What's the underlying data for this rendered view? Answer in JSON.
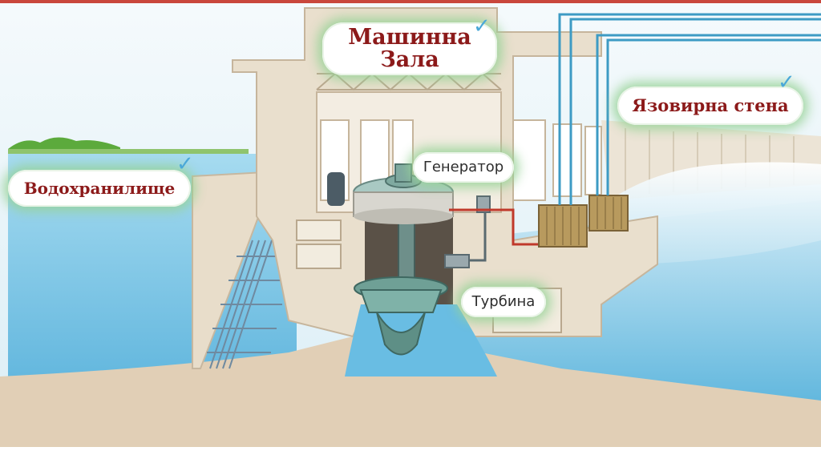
{
  "labels": {
    "mashinna_zala_line1": "Машинна",
    "mashinna_zala_line2": "Зала",
    "yazovirna_stena": "Язовирна стена",
    "vodohranilishte": "Водохранилище",
    "generator": "Генератор",
    "turbina": "Турбина"
  },
  "icons": {
    "check": "checkmark-icon"
  },
  "colors": {
    "sky": "#e6f3f8",
    "water": "#7ec6e6",
    "water_deep": "#59b2da",
    "ground": "#e3d3bd",
    "building": "#e7dcc9",
    "building_dark": "#cdbfa8",
    "turbine": "#7fa9a0",
    "label_text": "#8c1a1a",
    "power_line": "#3d9bc4"
  }
}
